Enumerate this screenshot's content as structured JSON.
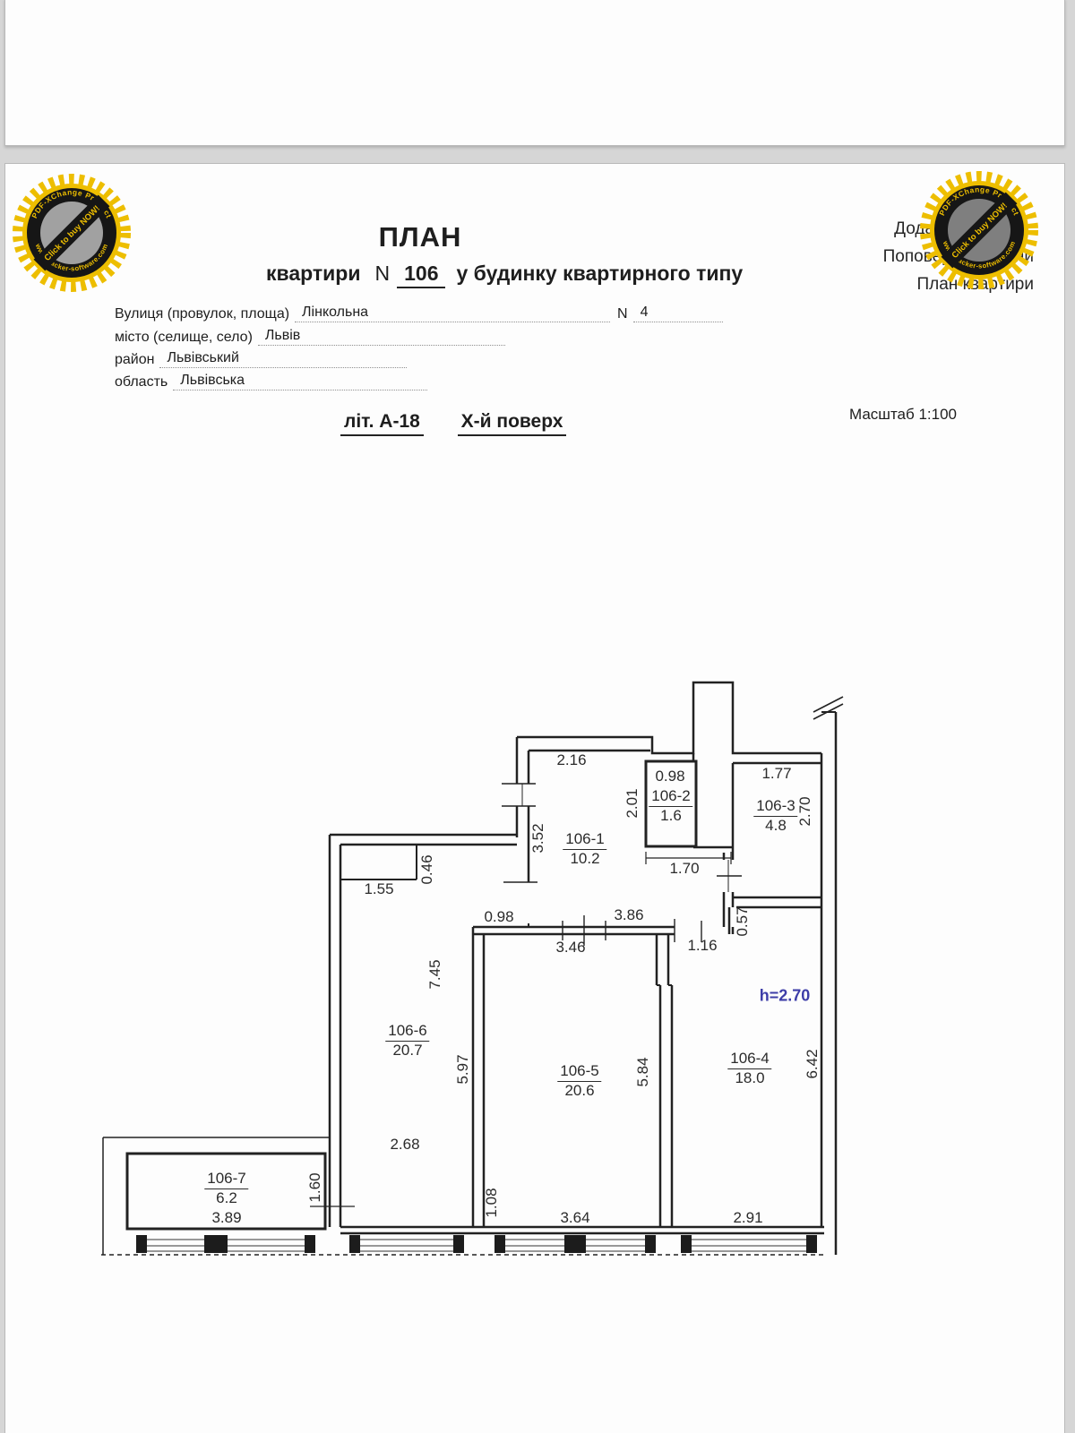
{
  "header": {
    "title": "ПЛАН",
    "subtitle": {
      "word": "квартири",
      "n_label": "N",
      "number": "106",
      "rest": "у будинку квартирного типу"
    },
    "address": {
      "street_label": "Вулиця (провулок, площа)",
      "street_value": "Лінкольна",
      "house_label": "N",
      "house_value": "4",
      "city_label": "місто (селище, село)",
      "city_value": "Львів",
      "district_label": "район",
      "district_value": "Львівський",
      "region_label": "область",
      "region_value": "Львівська"
    },
    "letter": "літ. А-18",
    "floor": "Х-й поверх",
    "scale": "Масштаб 1:100"
  },
  "corner_note": {
    "line1": "Додаток",
    "line2": "Поповерхові плани",
    "line3": "План квартири"
  },
  "watermark": {
    "arc_top": "PDF-XChange Product",
    "arc_bottom": "www.tracker-software.com",
    "band_text": "Click to buy NOW!",
    "yellow": "#edbe00",
    "black": "#161616"
  },
  "plan": {
    "height_note": "h=2.70",
    "height_note_color": "#3d3da8",
    "rooms": {
      "r1": {
        "num": "106-1",
        "area": "10.2"
      },
      "r2": {
        "num": "106-2",
        "area": "1.6"
      },
      "r3": {
        "num": "106-3",
        "area": "4.8"
      },
      "r4": {
        "num": "106-4",
        "area": "18.0"
      },
      "r5": {
        "num": "106-5",
        "area": "20.6"
      },
      "r6": {
        "num": "106-6",
        "area": "20.7"
      },
      "r7": {
        "num": "106-7",
        "area": "6.2"
      }
    },
    "dims": {
      "d216": "2.16",
      "d098a": "0.98",
      "d177": "1.77",
      "d352": "3.52",
      "d201": "2.01",
      "d270": "2.70",
      "d170": "1.70",
      "d155": "1.55",
      "d046": "0.46",
      "d098b": "0.98",
      "d386": "3.86",
      "d346": "3.46",
      "d116": "1.16",
      "d057": "0.57",
      "d745": "7.45",
      "d597": "5.97",
      "d584": "5.84",
      "d642": "6.42",
      "d268": "2.68",
      "d160": "1.60",
      "d108": "1.08",
      "d389": "3.89",
      "d364": "3.64",
      "d291": "2.91"
    }
  }
}
